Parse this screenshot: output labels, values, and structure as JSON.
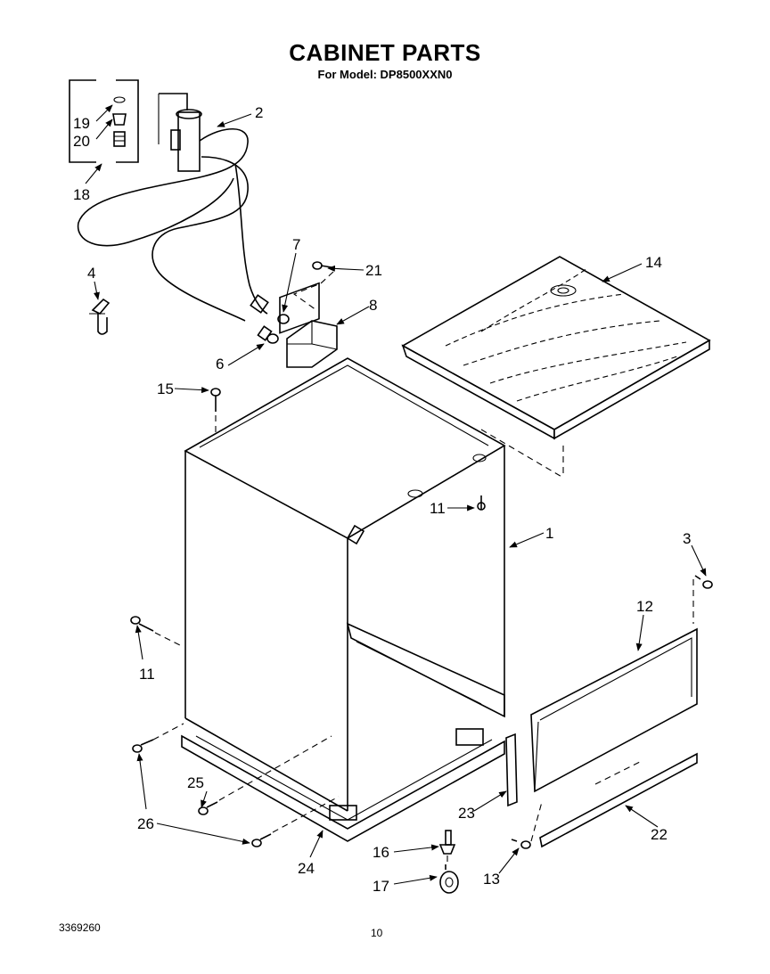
{
  "title": "CABINET PARTS",
  "subtitle": "For Model: DP8500XXN0",
  "footer": {
    "code": "3369260",
    "page": "10"
  },
  "callouts": {
    "c1": "1",
    "c2": "2",
    "c3": "3",
    "c4": "4",
    "c6": "6",
    "c7": "7",
    "c8": "8",
    "c11a": "11",
    "c11b": "11",
    "c12": "12",
    "c13": "13",
    "c14": "14",
    "c15": "15",
    "c16": "16",
    "c17": "17",
    "c18": "18",
    "c19": "19",
    "c20": "20",
    "c21": "21",
    "c22": "22",
    "c23": "23",
    "c24": "24",
    "c25": "25",
    "c26": "26"
  }
}
